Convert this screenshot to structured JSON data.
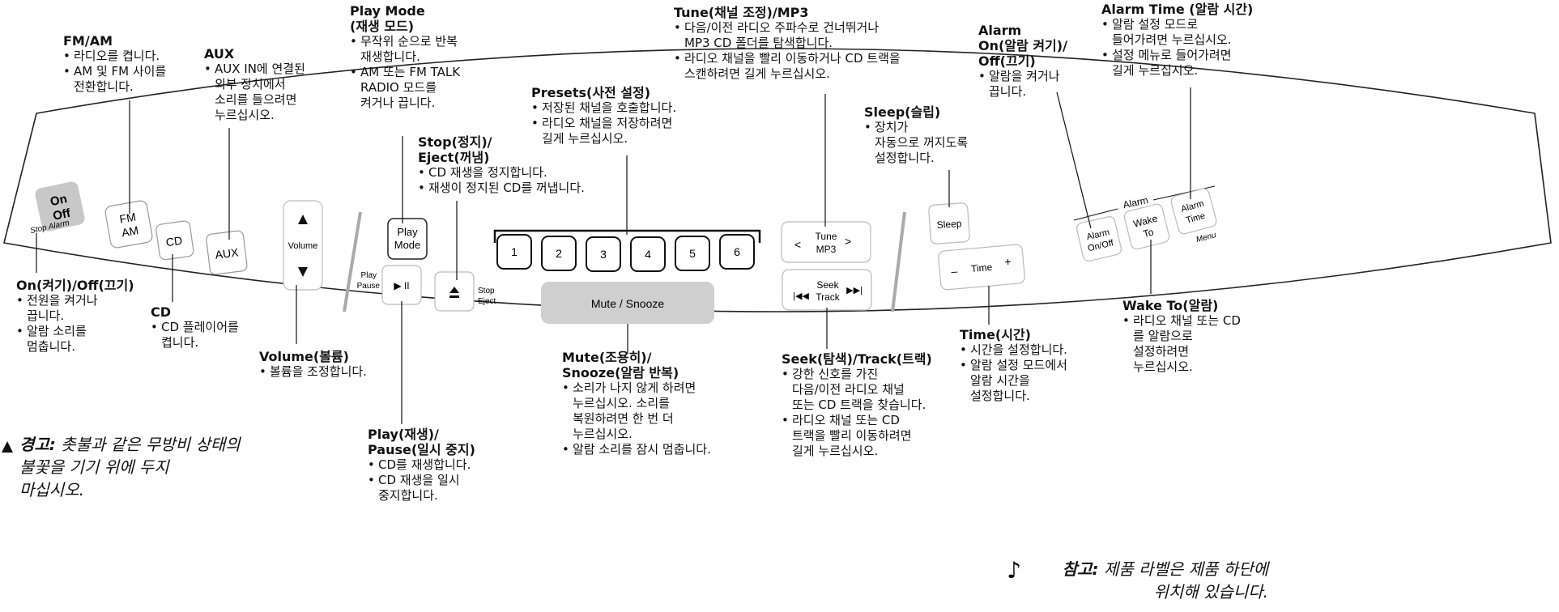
{
  "panel": {
    "buttons": {
      "on_off": [
        "On",
        "Off"
      ],
      "stop_alarm": "Stop Alarm",
      "fm_am": [
        "FM",
        "AM"
      ],
      "cd": "CD",
      "aux": "AUX",
      "volume": "Volume",
      "play_mode": [
        "Play",
        "Mode"
      ],
      "play_pause_label": [
        "Play",
        "Pause"
      ],
      "play_pause_symbol": "▶ II",
      "stop_eject_label": [
        "Stop",
        "Eject"
      ],
      "presets": [
        "1",
        "2",
        "3",
        "4",
        "5",
        "6"
      ],
      "mute_snooze": "Mute / Snooze",
      "tune_mp3": [
        "Tune",
        "MP3"
      ],
      "seek_track": [
        "Seek",
        "Track"
      ],
      "sleep": "Sleep",
      "time": "Time",
      "alarm_group": "Alarm",
      "alarm_on_off": [
        "Alarm",
        "On/Off"
      ],
      "wake_to": [
        "Wake",
        "To"
      ],
      "alarm_time": [
        "Alarm",
        "Time"
      ],
      "menu": "Menu"
    }
  },
  "callouts": {
    "fm_am": {
      "title": "FM/AM",
      "bullets": [
        "라디오를 켭니다.",
        "AM 및 FM 사이를\n전환합니다."
      ]
    },
    "aux": {
      "title": "AUX",
      "bullets": [
        "AUX IN에 연결된\n외부 장치에서\n소리를 들으려면\n누르십시오."
      ]
    },
    "play_mode": {
      "title": "Play Mode\n(재생 모드)",
      "bullets": [
        "무작위 순으로 반복\n재생합니다.",
        "AM 또는 FM TALK\nRADIO 모드를\n켜거나 끕니다."
      ]
    },
    "stop_eject": {
      "title": "Stop(정지)/\nEject(꺼냄)",
      "bullets": [
        "CD 재생을 정지합니다.",
        "재생이 정지된 CD를 꺼냅니다."
      ]
    },
    "presets": {
      "title": "Presets(사전 설정)",
      "bullets": [
        "저장된 채널을 호출합니다.",
        "라디오 채널을 저장하려면\n길게 누르십시오."
      ]
    },
    "tune": {
      "title": "Tune(채널 조정)/MP3",
      "bullets": [
        "다음/이전 라디오 주파수로 건너뛰거나\nMP3 CD 폴더를 탐색합니다.",
        "라디오 채널을 빨리 이동하거나 CD 트랙을\n스캔하려면 길게 누르십시오."
      ]
    },
    "sleep": {
      "title": "Sleep(슬립)",
      "bullets": [
        "장치가\n자동으로 꺼지도록\n설정합니다."
      ]
    },
    "alarm_on_off": {
      "title": "Alarm\nOn(알람 켜기)/\nOff(끄기)",
      "bullets": [
        "알람을 켜거나\n끕니다."
      ]
    },
    "alarm_time": {
      "title": "Alarm Time (알람 시간)",
      "bullets": [
        "알람 설정 모드로\n들어가려면 누르십시오.",
        "설정 메뉴로 들어가려면\n길게 누르십시오."
      ]
    },
    "on_off": {
      "title": "On(켜기)/Off(끄기)",
      "bullets": [
        "전원을 켜거나\n끕니다.",
        "알람 소리를\n멈춥니다."
      ]
    },
    "cd": {
      "title": "CD",
      "bullets": [
        "CD 플레이어를\n켭니다."
      ]
    },
    "volume": {
      "title": "Volume(볼륨)",
      "bullets": [
        "볼륨을 조정합니다."
      ]
    },
    "play_pause": {
      "title": "Play(재생)/\nPause(일시 중지)",
      "bullets": [
        "CD를 재생합니다.",
        "CD 재생을 일시\n중지합니다."
      ]
    },
    "mute": {
      "title": "Mute(조용히)/\nSnooze(알람 반복)",
      "bullets": [
        "소리가 나지 않게 하려면\n누르십시오. 소리를\n복원하려면 한 번 더\n누르십시오.",
        "알람 소리를 잠시 멈춥니다."
      ]
    },
    "seek": {
      "title": "Seek(탐색)/Track(트랙)",
      "bullets": [
        "강한 신호를 가진\n다음/이전 라디오 채널\n또는 CD 트랙을 찾습니다.",
        "라디오 채널 또는 CD\n트랙을 빨리 이동하려면\n길게 누르십시오."
      ]
    },
    "time": {
      "title": "Time(시간)",
      "bullets": [
        "시간을 설정합니다.",
        "알람 설정 모드에서\n알람 시간을\n설정합니다."
      ]
    },
    "wake_to": {
      "title": "Wake To(알람)",
      "bullets": [
        "라디오 채널 또는 CD\n를 알람으로\n설정하려면\n누르십시오."
      ]
    }
  },
  "notes": {
    "warning": {
      "label": "경고:",
      "text": "촛불과 같은 무방비 상태의\n불꽃을 기기 위에 두지\n마십시오."
    },
    "note": {
      "label": "참고:",
      "text": "제품 라벨은 제품 하단에\n위치해 있습니다."
    }
  }
}
